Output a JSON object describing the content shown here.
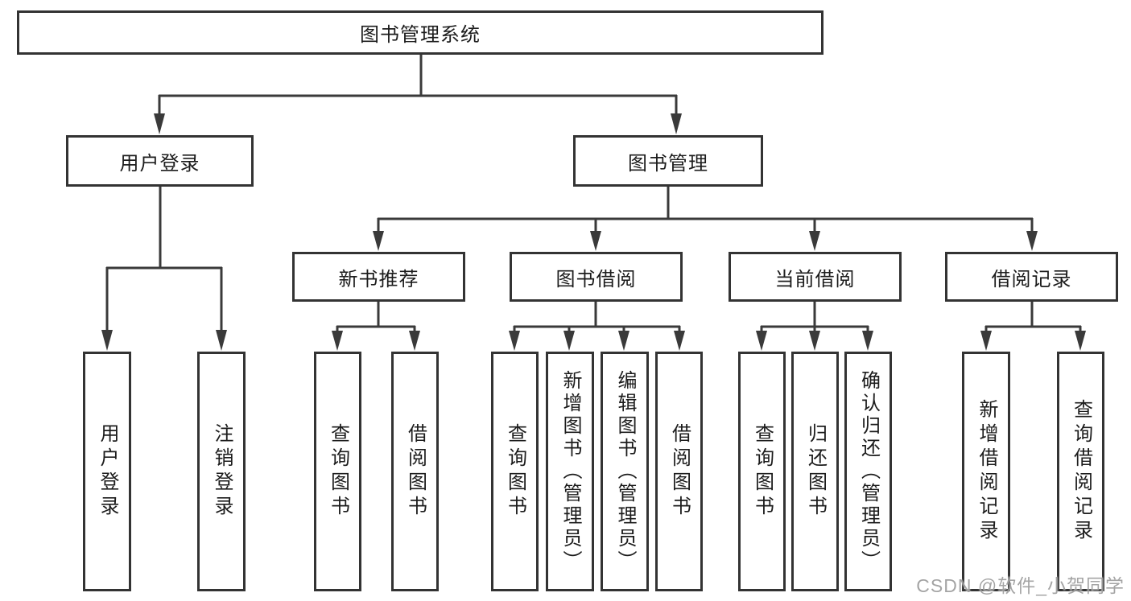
{
  "diagram": {
    "root": {
      "label": "图书管理系统"
    },
    "branches": [
      {
        "label": "用户登录",
        "children": [
          {
            "label": "用户登录"
          },
          {
            "label": "注销登录"
          }
        ]
      },
      {
        "label": "图书管理",
        "children": [
          {
            "label": "新书推荐",
            "children": [
              {
                "label": "查询图书"
              },
              {
                "label": "借阅图书"
              }
            ]
          },
          {
            "label": "图书借阅",
            "children": [
              {
                "label": "查询图书"
              },
              {
                "label": "新增图书（管理员）"
              },
              {
                "label": "编辑图书（管理员）"
              },
              {
                "label": "借阅图书"
              }
            ]
          },
          {
            "label": "当前借阅",
            "children": [
              {
                "label": "查询图书"
              },
              {
                "label": "归还图书"
              },
              {
                "label": "确认归还（管理员）"
              }
            ]
          },
          {
            "label": "借阅记录",
            "children": [
              {
                "label": "新增借阅记录"
              },
              {
                "label": "查询借阅记录"
              }
            ]
          }
        ]
      }
    ],
    "watermark": "CSDN @软件_小贺同学",
    "colors": {
      "line": "#3a3a3a",
      "box_border": "#333333",
      "text": "#1c1c1c",
      "watermark": "#949494",
      "background": "#ffffff"
    }
  }
}
